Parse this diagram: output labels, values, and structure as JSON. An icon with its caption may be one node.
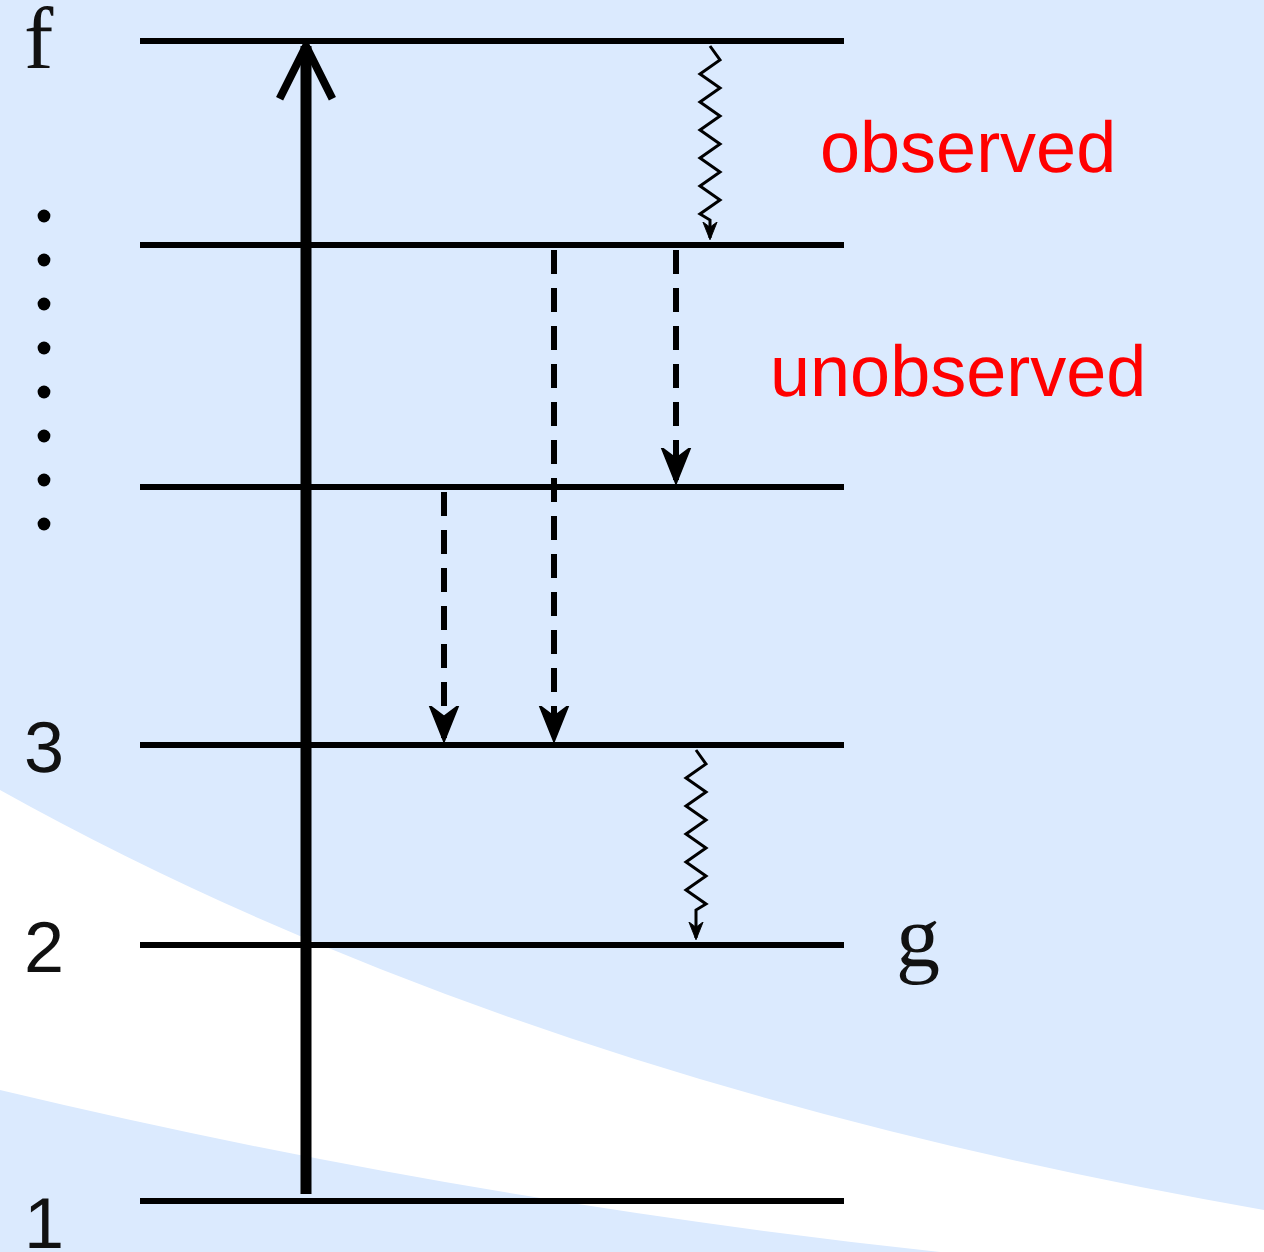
{
  "diagram": {
    "nodes": [
      {
        "text": [
          "f"
        ]
      },
      {
        "text": [],
        "shape": "bar"
      },
      {
        "text": [],
        "shape": "bar"
      },
      {
        "text": [
          "3"
        ]
      },
      {
        "text": [
          "2"
        ],
        "beside": [
          "g"
        ]
      },
      {
        "text": [
          "1"
        ]
      }
    ],
    "edges": [
      {
        "from": 5,
        "to": 0,
        "arrow": "to",
        "style": "thick"
      },
      {
        "from": 0,
        "to": 1,
        "arrow": "to"
      },
      {
        "from": 1,
        "to": 2,
        "arrow": "to",
        "style": "dashed"
      },
      {
        "from": 1,
        "to": 3,
        "arrow": "to",
        "style": "dashed"
      },
      {
        "from": 2,
        "to": 3,
        "arrow": "to",
        "style": "dashed"
      },
      {
        "from": 3,
        "to": 4,
        "arrow": "to"
      }
    ],
    "labels": [
      "observed",
      "unobserved"
    ]
  }
}
